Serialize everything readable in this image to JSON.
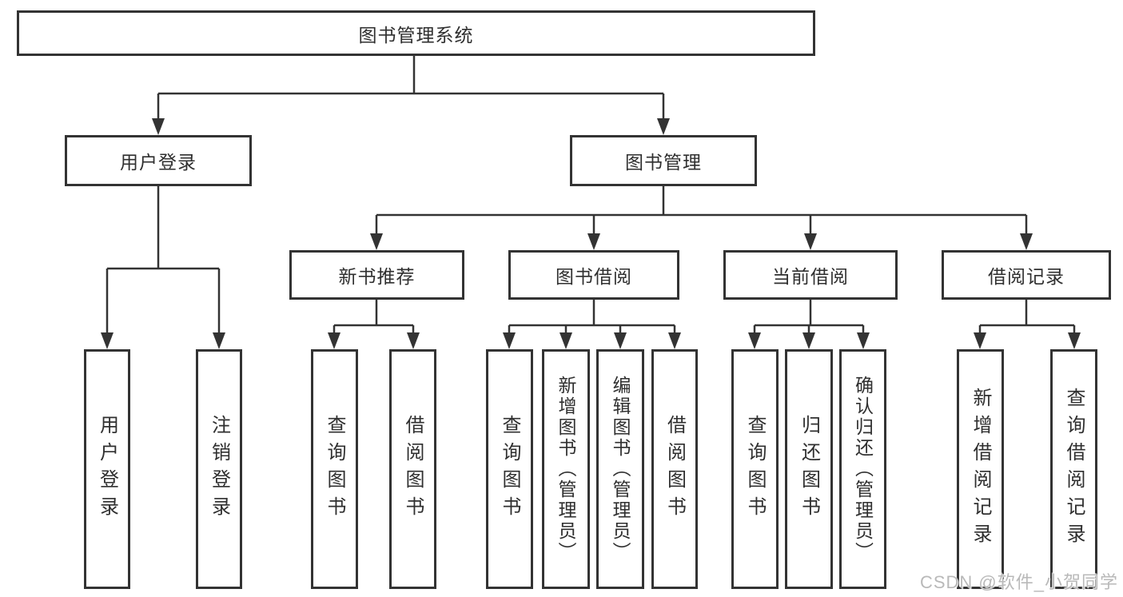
{
  "colors": {
    "line": "#333333",
    "text": "#2f2f2f",
    "box_background": "#ffffff",
    "watermark": "#b9b9b9"
  },
  "watermark": "CSDN @软件_小贺同学",
  "tree": {
    "root": "图书管理系统",
    "branches": [
      {
        "label": "用户登录",
        "children": [
          "用户登录",
          "注销登录"
        ]
      },
      {
        "label": "图书管理",
        "children": [
          {
            "label": "新书推荐",
            "children": [
              "查询图书",
              "借阅图书"
            ]
          },
          {
            "label": "图书借阅",
            "children": [
              "查询图书",
              "新增图书（管理员）",
              "编辑图书（管理员）",
              "借阅图书"
            ]
          },
          {
            "label": "当前借阅",
            "children": [
              "查询图书",
              "归还图书",
              "确认归还（管理员）"
            ]
          },
          {
            "label": "借阅记录",
            "children": [
              "新增借阅记录",
              "查询借阅记录"
            ]
          }
        ]
      }
    ]
  }
}
